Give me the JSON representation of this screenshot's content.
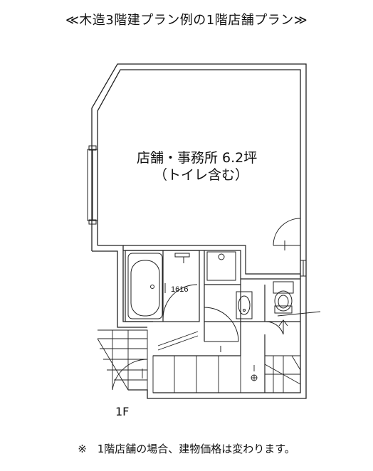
{
  "title": "≪木造3階建プラン例の1階店舗プラン≫",
  "rooms": {
    "shop_name": "店舗・事務所 6.2坪",
    "shop_note": "（トイレ含む）",
    "bath_size": "1616"
  },
  "floor_label": "1F",
  "footnote": "※　1階店舗の場合、建物価格は変わります。"
}
